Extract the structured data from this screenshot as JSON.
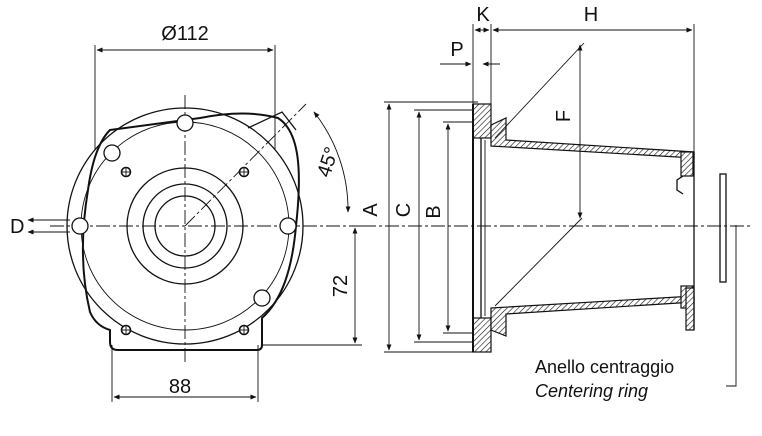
{
  "front_view": {
    "dim_diameter": "Ø112",
    "dim_width_bottom": "88",
    "dim_height": "72",
    "dim_angle": "45°",
    "label_d": "D"
  },
  "side_view": {
    "label_a": "A",
    "label_c": "C",
    "label_b": "B",
    "label_f": "F",
    "label_k": "K",
    "label_h": "H",
    "label_p": "P"
  },
  "caption": {
    "italian": "Anello centraggio",
    "english": "Centering ring"
  }
}
